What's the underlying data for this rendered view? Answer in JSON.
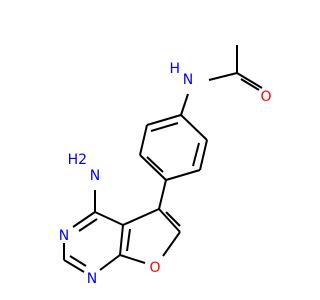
{
  "molecule": {
    "atom_labels": {
      "amide_nh": "N",
      "amide_h": "H",
      "carbonyl_o": "O",
      "amine_n": "N",
      "amine_h2": "H2",
      "pyrimidine_n3": "N",
      "pyrimidine_n1": "N",
      "furan_o": "O"
    },
    "colors": {
      "bond": "#000000",
      "nitrogen": "#0000ff",
      "oxygen": "#ff0000"
    }
  }
}
